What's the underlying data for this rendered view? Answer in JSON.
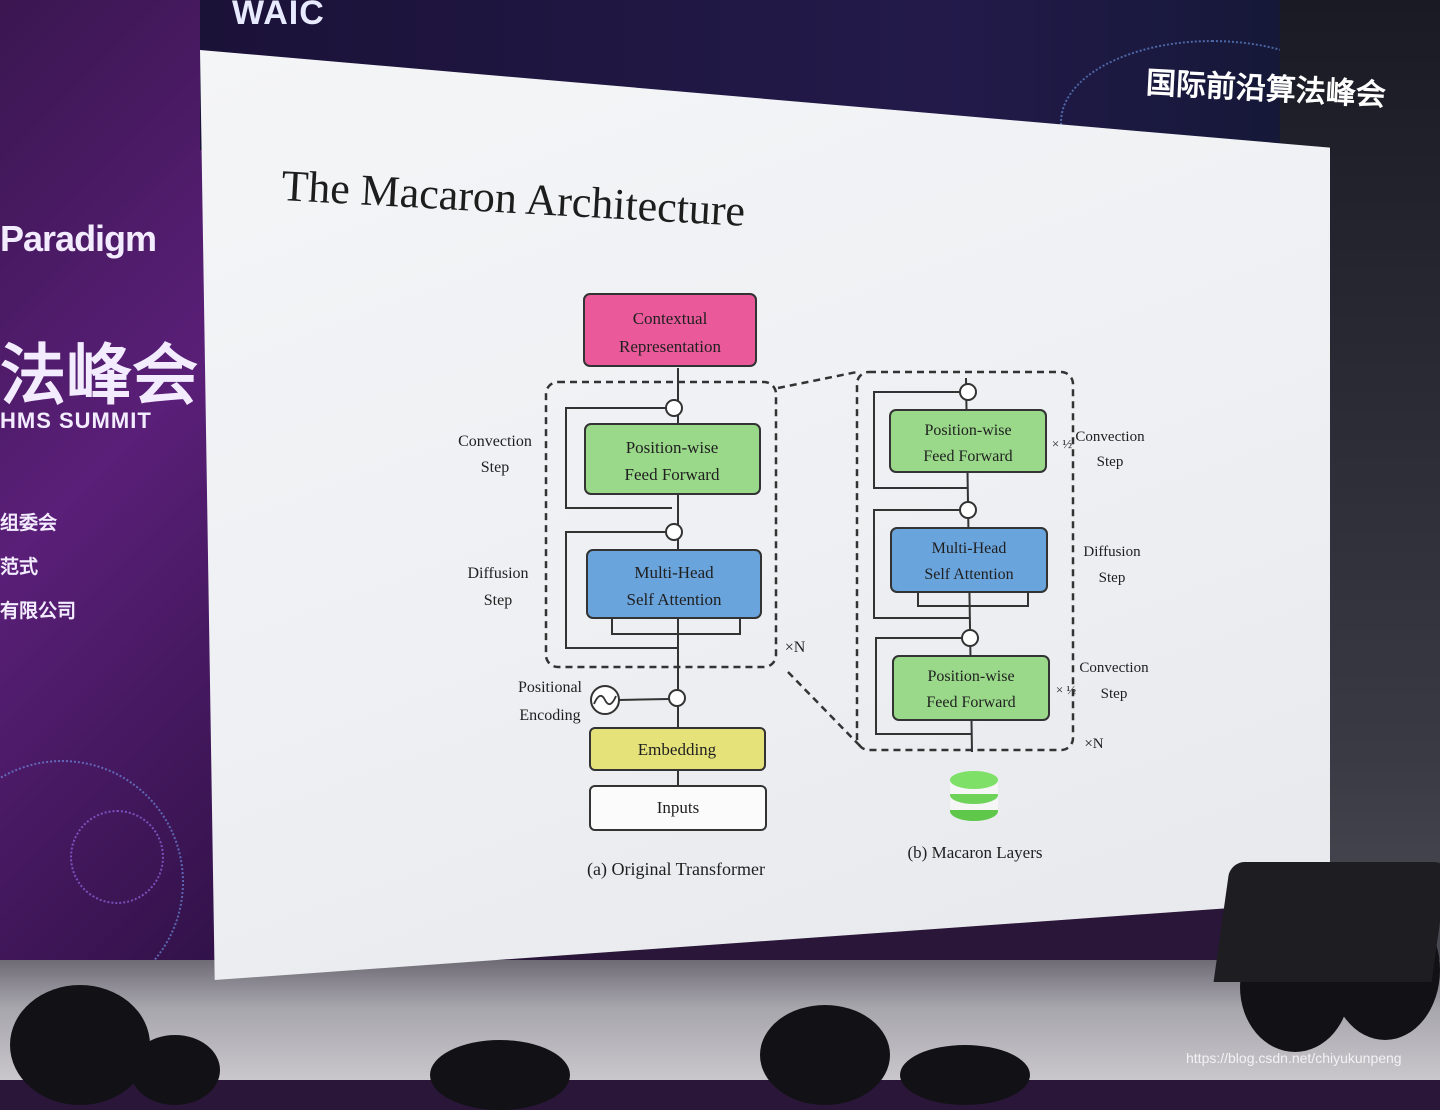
{
  "stage": {
    "top_logo": "WAIC",
    "top_right_title": "国际前沿算法峰会",
    "left_banner": {
      "brand": "Paradigm",
      "title_partial": "法峰会",
      "subtitle_partial": "HMS SUMMIT",
      "organizers": [
        "组委会",
        "范式",
        "有限公司"
      ]
    }
  },
  "slide": {
    "title": "The Macaron Architecture",
    "panel_a": {
      "caption": "(a) Original Transformer",
      "blocks": {
        "output": [
          "Contextual",
          "Representation"
        ],
        "ffn": [
          "Position-wise",
          "Feed Forward"
        ],
        "attention": [
          "Multi-Head",
          "Self Attention"
        ],
        "embedding": "Embedding",
        "inputs": "Inputs"
      },
      "labels": {
        "convection": [
          "Convection",
          "Step"
        ],
        "diffusion": [
          "Diffusion",
          "Step"
        ],
        "positional": [
          "Positional",
          "Encoding"
        ],
        "repeat": "×N"
      }
    },
    "panel_b": {
      "caption": "(b) Macaron Layers",
      "blocks": {
        "ffn_top": [
          "Position-wise",
          "Feed Forward"
        ],
        "attention": [
          "Multi-Head",
          "Self Attention"
        ],
        "ffn_bottom": [
          "Position-wise",
          "Feed Forward"
        ]
      },
      "labels": {
        "convection_top": [
          "Convection",
          "Step"
        ],
        "diffusion": [
          "Diffusion",
          "Step"
        ],
        "convection_bottom": [
          "Convection",
          "Step"
        ],
        "scale": "× ½",
        "repeat": "×N"
      }
    }
  },
  "watermark": "https://blog.csdn.net/chiyukunpeng",
  "colors": {
    "pink": "#ea5a9a",
    "green": "#9ad98a",
    "blue": "#6aa4dc",
    "yellow": "#e6e27a",
    "banner_purple": "#4a1a66"
  }
}
